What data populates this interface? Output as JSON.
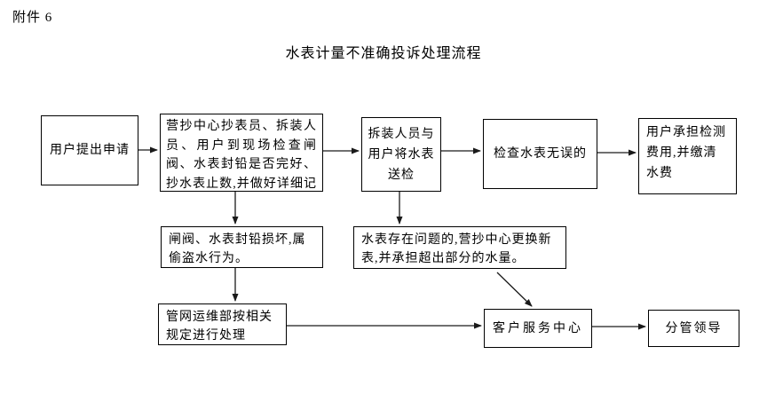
{
  "page": {
    "attachment_label": "附件 6",
    "title": "水表计量不准确投诉处理流程"
  },
  "flowchart": {
    "nodes": [
      {
        "id": "apply",
        "text": "用户提出申请"
      },
      {
        "id": "site-check",
        "text": "营抄中心抄表员、拆装人员、用户到现场检查闸阀、水表封铅是否完好、抄水表止数,并做好详细记录。"
      },
      {
        "id": "send-meter",
        "text": "拆装人员与用户将水表送检"
      },
      {
        "id": "check-ok",
        "text": "检查水表无误的"
      },
      {
        "id": "user-pay",
        "text": "用户承担检测费用,并缴清水费"
      },
      {
        "id": "seal-damaged",
        "text": "闸阀、水表封铅损坏,属偷盗水行为。"
      },
      {
        "id": "meter-problem",
        "text": "水表存在问题的,营抄中心更换新表,并承担超出部分的水量。"
      },
      {
        "id": "pipeline-dept",
        "text": "管网运维部按相关规定进行处理"
      },
      {
        "id": "service-center",
        "text": "客户服务中心"
      },
      {
        "id": "leader",
        "text": "分管领导"
      }
    ],
    "edges": [
      {
        "from": "apply",
        "to": "site-check"
      },
      {
        "from": "site-check",
        "to": "send-meter"
      },
      {
        "from": "send-meter",
        "to": "check-ok"
      },
      {
        "from": "check-ok",
        "to": "user-pay"
      },
      {
        "from": "site-check",
        "to": "seal-damaged"
      },
      {
        "from": "seal-damaged",
        "to": "pipeline-dept"
      },
      {
        "from": "send-meter",
        "to": "meter-problem"
      },
      {
        "from": "meter-problem",
        "to": "service-center"
      },
      {
        "from": "pipeline-dept",
        "to": "service-center"
      },
      {
        "from": "service-center",
        "to": "leader"
      }
    ],
    "line_color": "#1a1a1a"
  }
}
